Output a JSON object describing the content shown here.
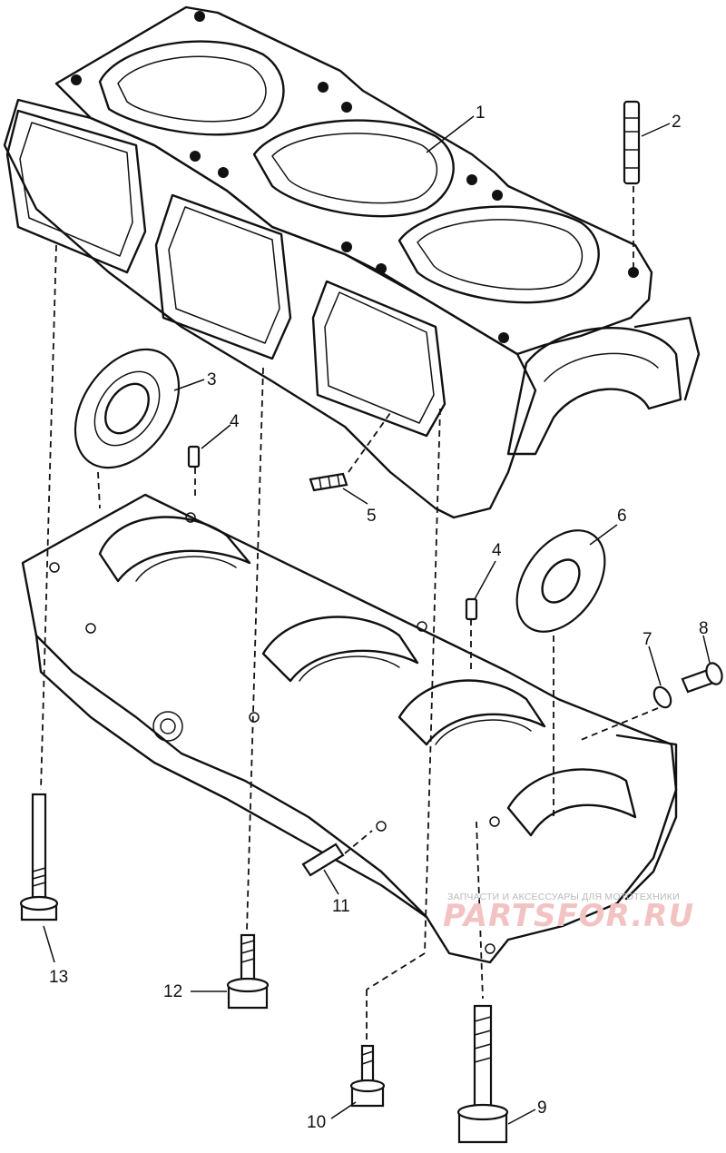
{
  "callouts": [
    "1",
    "2",
    "3",
    "4",
    "5",
    "6",
    "4",
    "7",
    "8",
    "13",
    "12",
    "11",
    "10",
    "9"
  ],
  "watermark": {
    "caption": "ЗАПЧАСТИ И АКСЕССУАРЫ ДЛЯ МОТОТЕХНИКИ",
    "logo": "PARTSFOR.RU",
    "color": "#e05a5a"
  }
}
